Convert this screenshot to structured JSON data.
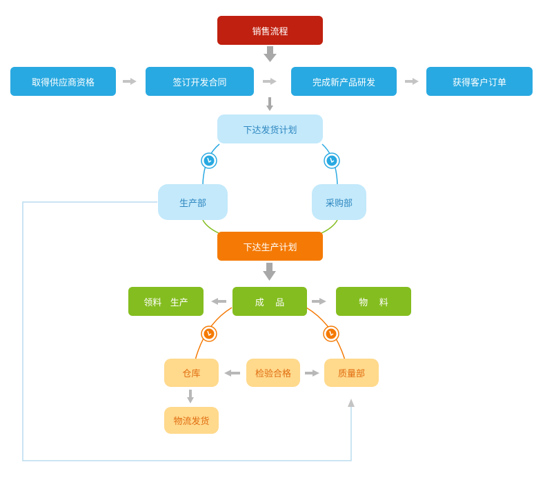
{
  "colors": {
    "dark_red": "#c0200f",
    "blue": "#29a9e1",
    "light_blue": "#c3e9fb",
    "light_blue_text": "#2f87c0",
    "orange": "#f47a05",
    "green": "#84bd1f",
    "light_orange": "#ffd98c",
    "light_orange_text": "#e06d10",
    "arrow_gray": "#a8a8a8",
    "loop_line": "#b8dcef"
  },
  "nodes": {
    "sales_process": "销售流程",
    "get_supplier": "取得供应商资格",
    "sign_contract": "签订开发合同",
    "new_product": "完成新产品研发",
    "customer_order": "获得客户订单",
    "shipping_plan": "下达发货计划",
    "production_dept": "生产部",
    "purchase_dept": "采购部",
    "production_plan": "下达生产计划",
    "material_requisition": "领料   生产",
    "finished_goods": "成    品",
    "materials": "物    料",
    "warehouse": "仓库",
    "inspection": "检验合格",
    "quality_dept": "质量部",
    "logistics": "物流发货"
  }
}
